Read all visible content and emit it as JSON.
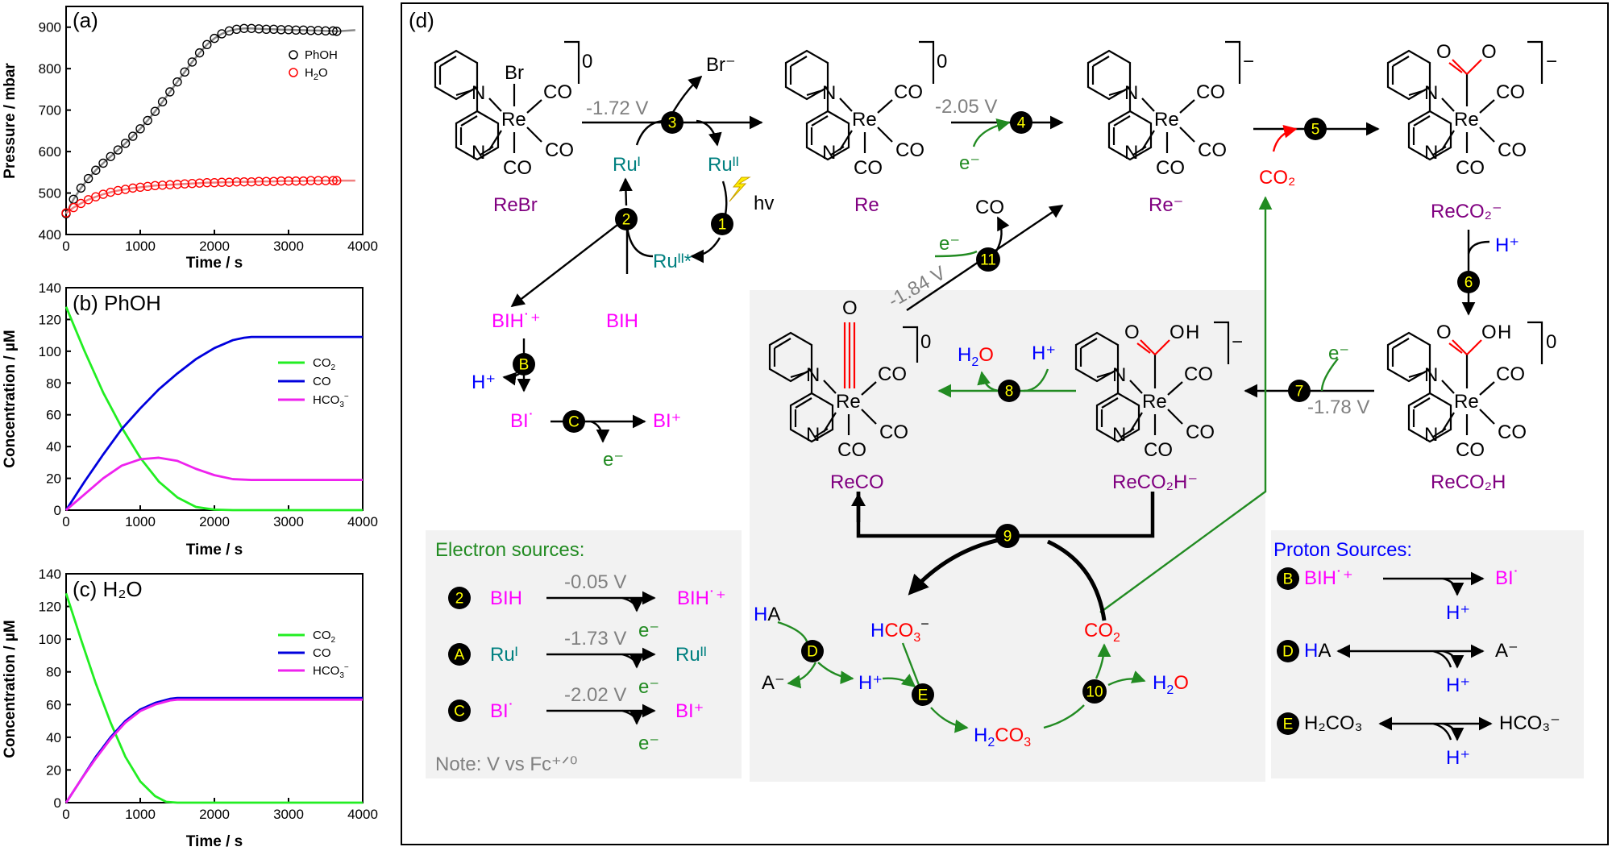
{
  "colors": {
    "phoh_marker": "#000000",
    "h2o_marker": "#ff0000",
    "co2_line": "#22ee22",
    "co_line": "#0000dd",
    "hco3_line": "#ee22ee",
    "red": "#ff0000",
    "blue": "#0000ff",
    "magenta": "#ff00ff",
    "purple": "#800080",
    "teal": "#008080",
    "green": "#228B22",
    "gray": "#808080",
    "badge_fill": "#000000",
    "badge_text": "#ffff00",
    "box_fill": "#f2f2f2"
  },
  "chart_data": [
    {
      "panel": "(a)",
      "type": "scatter",
      "xlabel": "Time / s",
      "ylabel": "Pressure / mbar",
      "xlim": [
        0,
        4000
      ],
      "ylim": [
        400,
        950
      ],
      "xticks": [
        "0",
        "1000",
        "2000",
        "3000",
        "4000"
      ],
      "yticks": [
        "400",
        "500",
        "600",
        "700",
        "800",
        "900"
      ],
      "legend": [
        "PhOH",
        "H2O"
      ],
      "series": [
        {
          "name": "PhOH",
          "x": [
            0,
            100,
            200,
            300,
            400,
            500,
            600,
            700,
            800,
            900,
            1000,
            1100,
            1200,
            1300,
            1400,
            1500,
            1600,
            1700,
            1800,
            1900,
            2000,
            2100,
            2200,
            2300,
            2400,
            2500,
            2600,
            2700,
            2800,
            2900,
            3000,
            3100,
            3200,
            3300,
            3400,
            3500,
            3600,
            3650
          ],
          "y": [
            450,
            485,
            512,
            535,
            555,
            572,
            588,
            604,
            620,
            637,
            655,
            675,
            697,
            720,
            744,
            768,
            792,
            816,
            838,
            858,
            873,
            884,
            891,
            895,
            897,
            897,
            896,
            895,
            895,
            894,
            894,
            893,
            893,
            892,
            892,
            891,
            891,
            890
          ],
          "fit_end": [
            3900,
            893
          ]
        },
        {
          "name": "H2O",
          "x": [
            0,
            100,
            200,
            300,
            400,
            500,
            600,
            700,
            800,
            900,
            1000,
            1100,
            1200,
            1300,
            1400,
            1500,
            1600,
            1700,
            1800,
            1900,
            2000,
            2100,
            2200,
            2300,
            2400,
            2500,
            2600,
            2700,
            2800,
            2900,
            3000,
            3100,
            3200,
            3300,
            3400,
            3500,
            3600,
            3650
          ],
          "y": [
            452,
            465,
            475,
            484,
            491,
            497,
            502,
            506,
            509,
            512,
            514,
            516,
            518,
            519,
            520,
            521,
            522,
            523,
            524,
            525,
            525,
            526,
            526,
            527,
            527,
            527,
            528,
            528,
            528,
            529,
            529,
            529,
            529,
            530,
            530,
            530,
            530,
            530
          ],
          "fit_end": [
            3900,
            530
          ]
        }
      ]
    },
    {
      "panel": "(b) PhOH",
      "type": "line",
      "xlabel": "Time / s",
      "ylabel": "Concentration / µM",
      "xlim": [
        0,
        4000
      ],
      "ylim": [
        0,
        140
      ],
      "xticks": [
        "0",
        "1000",
        "2000",
        "3000",
        "4000"
      ],
      "yticks": [
        "0",
        "20",
        "40",
        "60",
        "80",
        "100",
        "120",
        "140"
      ],
      "legend": [
        "CO2",
        "CO",
        "HCO3−"
      ],
      "series": [
        {
          "name": "CO2",
          "x": [
            0,
            250,
            500,
            750,
            1000,
            1250,
            1500,
            1750,
            2000,
            2250,
            2500,
            3000,
            4000
          ],
          "y": [
            128,
            100,
            74,
            52,
            33,
            18,
            8,
            2,
            0.3,
            0,
            0,
            0,
            0
          ]
        },
        {
          "name": "CO",
          "x": [
            0,
            250,
            500,
            750,
            1000,
            1250,
            1500,
            1750,
            2000,
            2250,
            2400,
            2500,
            3000,
            4000
          ],
          "y": [
            0,
            18,
            35,
            51,
            64,
            76,
            86,
            95,
            102,
            107,
            108.5,
            109,
            109,
            109
          ]
        },
        {
          "name": "HCO3−",
          "x": [
            0,
            250,
            500,
            750,
            1000,
            1250,
            1500,
            1750,
            2000,
            2250,
            2500,
            3000,
            4000
          ],
          "y": [
            0,
            10,
            20,
            28,
            32,
            33,
            31,
            26,
            22,
            19.5,
            19,
            19,
            19
          ]
        }
      ]
    },
    {
      "panel": "(c) H2O",
      "type": "line",
      "xlabel": "Time / s",
      "ylabel": "Concentration / µM",
      "xlim": [
        0,
        4000
      ],
      "ylim": [
        0,
        140
      ],
      "xticks": [
        "0",
        "1000",
        "2000",
        "3000",
        "4000"
      ],
      "yticks": [
        "0",
        "20",
        "40",
        "60",
        "80",
        "100",
        "120",
        "140"
      ],
      "legend": [
        "CO2",
        "CO",
        "HCO3−"
      ],
      "series": [
        {
          "name": "CO2",
          "x": [
            0,
            200,
            400,
            600,
            800,
            1000,
            1200,
            1350,
            1500,
            2000,
            4000
          ],
          "y": [
            128,
            100,
            73,
            49,
            28,
            13,
            4,
            0.5,
            0,
            0,
            0
          ]
        },
        {
          "name": "CO",
          "x": [
            0,
            200,
            400,
            600,
            800,
            1000,
            1200,
            1400,
            1500,
            2000,
            4000
          ],
          "y": [
            0,
            14,
            28,
            40,
            50,
            57,
            61,
            63.5,
            64,
            64,
            64
          ]
        },
        {
          "name": "HCO3−",
          "x": [
            0,
            200,
            400,
            600,
            800,
            1000,
            1200,
            1400,
            1500,
            2000,
            4000
          ],
          "y": [
            0,
            14,
            27,
            39,
            49,
            56,
            60,
            62.5,
            63,
            63,
            63
          ]
        }
      ]
    }
  ],
  "panels": {
    "a": "(a)",
    "b": "(b) PhOH",
    "c": "(c) H₂O",
    "d": "(d)"
  },
  "diagram": {
    "atoms": {
      "N": "N",
      "Re": "Re",
      "CO": "CO",
      "Br": "Br",
      "O": "O",
      "H": "H"
    },
    "charges": {
      "zero": "0",
      "minus": "−"
    },
    "species": {
      "rebr": "ReBr",
      "re": "Re",
      "re_minus": "Re⁻",
      "reco2_minus": "ReCO₂⁻",
      "reco2h": "ReCO₂H",
      "reco2h_minus": "ReCO₂H⁻",
      "reco": "ReCO"
    },
    "potentials": {
      "p3": "-1.72 V",
      "p4": "-2.05 V",
      "p11": "-1.84 V",
      "p7": "-1.78 V"
    },
    "chem": {
      "br_minus": "Br⁻",
      "ru_i": "Ruᴵ",
      "ru_ii": "Ruᴵᴵ",
      "ru_ii_star": "Ruᴵᴵ*",
      "hv": "hv",
      "bih": "BIH",
      "bih_rad": "BIH˙⁺",
      "bi_rad": "BI˙",
      "bi_plus": "BI⁺",
      "h_plus": "H⁺",
      "e_minus": "e⁻",
      "co": "CO",
      "co2": "CO₂",
      "h2o": "H₂O",
      "ha": "HA",
      "a_minus": "A⁻",
      "hco3_minus": "HCO₃⁻",
      "h2co3": "H₂CO₃"
    },
    "badges": {
      "b1": "1",
      "b2": "2",
      "b3": "3",
      "b4": "4",
      "b5": "5",
      "b6": "6",
      "b7": "7",
      "b8": "8",
      "b9": "9",
      "b10": "10",
      "b11": "11",
      "bA": "A",
      "bB": "B",
      "bC": "C",
      "bD": "D",
      "bE": "E"
    },
    "electron_box": {
      "title": "Electron sources:",
      "rows": [
        {
          "badge": "2",
          "left": "BIH",
          "potential": "-0.05 V",
          "right": "BIH˙⁺",
          "e": "e⁻"
        },
        {
          "badge": "A",
          "left": "Ruᴵ",
          "potential": "-1.73 V",
          "right": "Ruᴵᴵ",
          "e": "e⁻"
        },
        {
          "badge": "C",
          "left": "BI˙",
          "potential": "-2.02 V",
          "right": "BI⁺",
          "e": "e⁻"
        }
      ],
      "note": "Note: V vs Fc⁺ᐟ⁰"
    },
    "proton_box": {
      "title": "Proton Sources:",
      "rows": [
        {
          "badge": "B",
          "left": "BIH˙⁺",
          "right": "BI˙",
          "h": "H⁺"
        },
        {
          "badge": "D",
          "left": "HA",
          "right": "A⁻",
          "h": "H⁺"
        },
        {
          "badge": "E",
          "left": "H₂CO₃",
          "right": "HCO₃⁻",
          "h": "H⁺"
        }
      ]
    }
  }
}
